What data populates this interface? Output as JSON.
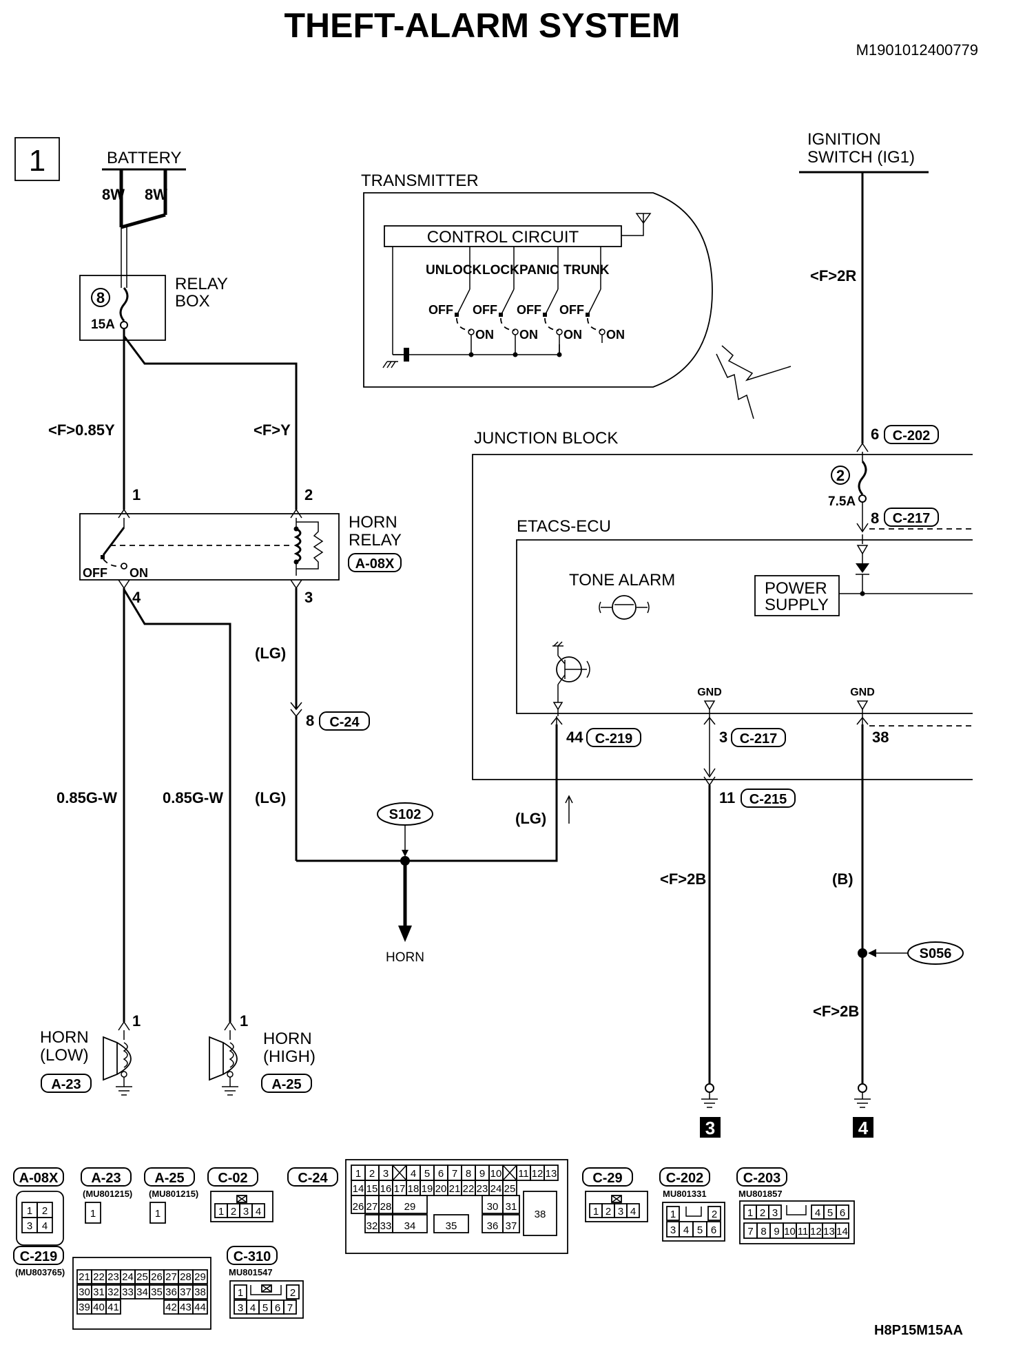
{
  "title": "THEFT-ALARM SYSTEM",
  "doc_id": "M1901012400779",
  "page_number": "1",
  "footer_code": "H8P15M15AA",
  "components": {
    "battery": "BATTERY",
    "ignition_line1": "IGNITION",
    "ignition_line2": "SWITCH (IG1)",
    "transmitter": "TRANSMITTER",
    "control_circuit": "CONTROL CIRCUIT",
    "switches": [
      "UNLOCK",
      "LOCK",
      "PANIC",
      "TRUNK"
    ],
    "off_label": "OFF",
    "on_label": "ON",
    "relay_box_line1": "RELAY",
    "relay_box_line2": "BOX",
    "fuse_relay_box": {
      "number": "8",
      "rating": "15A"
    },
    "junction_block": "JUNCTION BLOCK",
    "fuse_junction": {
      "number": "2",
      "rating": "7.5A"
    },
    "etacs_ecu": "ETACS-ECU",
    "tone_alarm": "TONE ALARM",
    "power_supply_line1": "POWER",
    "power_supply_line2": "SUPPLY",
    "gnd": "GND",
    "horn_relay_line1": "HORN",
    "horn_relay_line2": "RELAY",
    "horn_relay_connector": "A-08X",
    "horn_out": "HORN",
    "horn_low_line1": "HORN",
    "horn_low_line2": "(LOW)",
    "horn_low_connector": "A-23",
    "horn_high_line1": "HORN",
    "horn_high_line2": "(HIGH)",
    "horn_high_connector": "A-25",
    "splice_s102": "S102",
    "splice_s056": "S056",
    "ground_ref_3": "3",
    "ground_ref_4": "4"
  },
  "wires": {
    "battery_left": "8W",
    "battery_right": "8W",
    "relay_pin1_wire": "<F>0.85Y",
    "relay_pin2_wire": "<F>Y",
    "ignition_wire": "<F>2R",
    "pin3_lg_upper": "(LG)",
    "pin3_lg_lower": "(LG)",
    "lg_to_etacs": "(LG)",
    "horn_low_wire": "0.85G-W",
    "horn_high_wire": "0.85G-W",
    "gnd_left_wire": "<F>2B",
    "gnd_right_upper": "(B)",
    "gnd_right_lower": "<F>2B"
  },
  "pins": {
    "relay_1": "1",
    "relay_2": "2",
    "relay_3": "3",
    "relay_4": "4",
    "c24_pin": "8",
    "c24": "C-24",
    "c202_pin": "6",
    "c202": "C-202",
    "c217_top_pin": "8",
    "c217_top": "C-217",
    "c219_pin": "44",
    "c219": "C-219",
    "c217_bottom_pin": "3",
    "c217_bottom": "C-217",
    "c215_pin": "11",
    "c215": "C-215",
    "pin_38": "38",
    "horn_low_pin": "1",
    "horn_high_pin": "1"
  },
  "connectors": {
    "a08x": {
      "label": "A-08X",
      "cells": [
        "1",
        "2",
        "3",
        "4"
      ]
    },
    "a23": {
      "label": "A-23",
      "part": "(MU801215)",
      "cells": [
        "1"
      ]
    },
    "a25": {
      "label": "A-25",
      "part": "(MU801215)",
      "cells": [
        "1"
      ]
    },
    "c02": {
      "label": "C-02",
      "cells": [
        "1",
        "2",
        "3",
        "4"
      ]
    },
    "c24": {
      "label": "C-24",
      "row1": [
        "1",
        "2",
        "3",
        "",
        "4",
        "5",
        "6",
        "7",
        "8",
        "9",
        "10",
        "",
        "11",
        "12",
        "13"
      ],
      "row2": [
        "14",
        "15",
        "16",
        "17",
        "18",
        "19",
        "20",
        "21",
        "22",
        "23",
        "24",
        "25"
      ],
      "row3": [
        "26",
        "27",
        "28",
        "29",
        "30",
        "31"
      ],
      "row4": [
        "32",
        "33",
        "34",
        "35",
        "36",
        "37"
      ],
      "big": "38"
    },
    "c29": {
      "label": "C-29",
      "cells": [
        "1",
        "2",
        "3",
        "4"
      ]
    },
    "c202": {
      "label": "C-202",
      "part": "MU801331",
      "row1": [
        "1",
        "2"
      ],
      "row2": [
        "3",
        "4",
        "5",
        "6"
      ]
    },
    "c203": {
      "label": "C-203",
      "part": "MU801857",
      "row1": [
        "1",
        "2",
        "3",
        "4",
        "5",
        "6"
      ],
      "row2": [
        "7",
        "8",
        "9",
        "10",
        "11",
        "12",
        "13",
        "14"
      ]
    },
    "c219": {
      "label": "C-219",
      "part": "(MU803765)",
      "row1": [
        "21",
        "22",
        "23",
        "24",
        "25",
        "26",
        "27",
        "28",
        "29"
      ],
      "row2": [
        "30",
        "31",
        "32",
        "33",
        "34",
        "35",
        "36",
        "37",
        "38"
      ],
      "row3": [
        "39",
        "40",
        "41",
        "42",
        "43",
        "44"
      ]
    },
    "c310": {
      "label": "C-310",
      "part": "MU801547",
      "row1": [
        "1",
        "2"
      ],
      "row2": [
        "3",
        "4",
        "5",
        "6",
        "7"
      ]
    }
  }
}
